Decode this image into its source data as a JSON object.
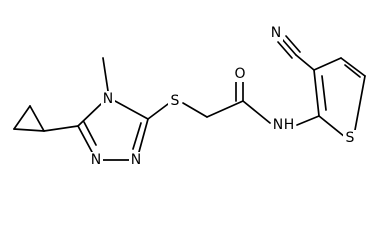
{
  "molecule": {
    "atom_labels": {
      "n_nitrile": "N",
      "o_carbonyl": "O",
      "n_amide": "N",
      "h_amide": "H",
      "s_thiophene": "S",
      "s_thioether": "S",
      "n_triazole_4": "N",
      "n_triazole_1": "N",
      "n_triazole_2": "N"
    }
  }
}
